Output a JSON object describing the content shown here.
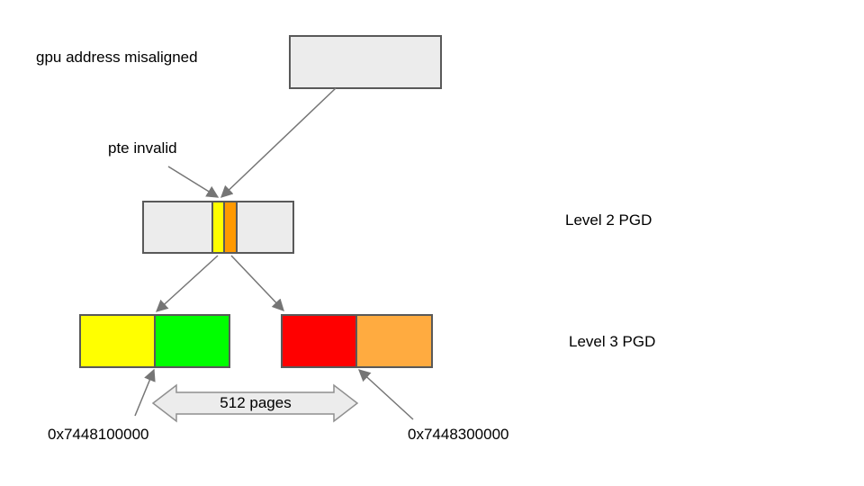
{
  "labels": {
    "gpu_misaligned": "gpu address misaligned",
    "pte_invalid": "pte invalid",
    "level2_pgd": "Level 2 PGD",
    "level3_pgd": "Level 3 PGD",
    "pages_span": "512 pages",
    "addr_left": "0x7448100000",
    "addr_right": "0x7448300000"
  },
  "colors": {
    "box_fill": "#ececec",
    "box_border": "#595959",
    "arrow_line": "#757575",
    "yellow": "#ffff00",
    "stripe_orange": "#ff9900",
    "green": "#00ff00",
    "red": "#ff0000",
    "page_orange": "#ffab40",
    "span_fill": "#ececec"
  },
  "diagram": {
    "type": "gpu-page-table-fault",
    "nodes": [
      {
        "id": "root",
        "label": "",
        "note": "gpu address misaligned"
      },
      {
        "id": "level2",
        "side_label": "Level 2 PGD",
        "stripes": [
          "yellow",
          "orange"
        ],
        "note": "pte invalid"
      },
      {
        "id": "level3-left",
        "segments": [
          "yellow",
          "green"
        ],
        "address": "0x7448100000"
      },
      {
        "id": "level3-right",
        "segments": [
          "red",
          "orange"
        ],
        "address": "0x7448300000"
      }
    ],
    "span": {
      "label": "512 pages",
      "between": [
        "level3-left",
        "level3-right"
      ]
    }
  }
}
